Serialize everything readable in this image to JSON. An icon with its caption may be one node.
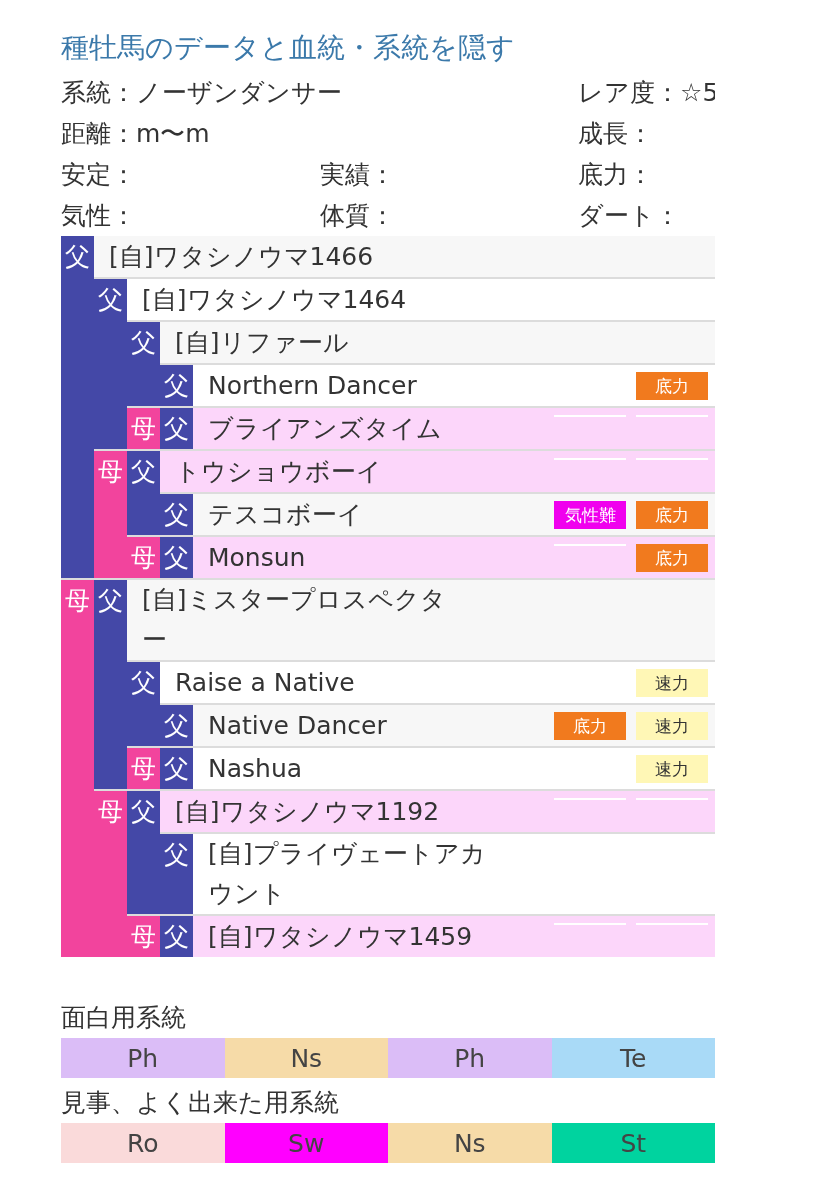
{
  "diagram": {
    "title": "種牡馬のデータと血統・系統を隠す",
    "nodes": [
      {
        "text": [
          "父"
        ]
      },
      {
        "text": [
          "[自]ワタシノウマ1466"
        ]
      },
      {
        "text": [
          "父"
        ]
      },
      {
        "text": [
          "[自]ワタシノウマ1464"
        ]
      },
      {
        "text": [
          "父"
        ]
      },
      {
        "text": [
          "[自]リファール"
        ]
      },
      {
        "text": [
          "父"
        ]
      },
      {
        "text": [
          "Northern Dancer"
        ]
      },
      {
        "text": [
          "底力"
        ],
        "in": 7
      },
      {
        "text": [
          "母"
        ]
      },
      {
        "text": [
          "父"
        ]
      },
      {
        "text": [
          "ブライアンズタイム"
        ]
      },
      {
        "text": [
          "母"
        ]
      },
      {
        "text": [
          "父"
        ]
      },
      {
        "text": [
          "トウショウボーイ"
        ]
      },
      {
        "text": [
          "父"
        ]
      },
      {
        "text": [
          "テスコボーイ"
        ]
      },
      {
        "text": [
          "気性難"
        ],
        "in": 16
      },
      {
        "text": [
          "底力"
        ],
        "in": 16
      },
      {
        "text": [
          "母"
        ]
      },
      {
        "text": [
          "父"
        ]
      },
      {
        "text": [
          "Monsun"
        ]
      },
      {
        "text": [
          "底力"
        ],
        "in": 21
      },
      {
        "text": [
          "母"
        ]
      },
      {
        "text": [
          "父"
        ]
      },
      {
        "text": [
          "[自]ミスタープロスペクター"
        ]
      },
      {
        "text": [
          "父"
        ]
      },
      {
        "text": [
          "Raise a Native"
        ]
      },
      {
        "text": [
          "速力"
        ],
        "in": 27
      },
      {
        "text": [
          "父"
        ]
      },
      {
        "text": [
          "Native Dancer"
        ]
      },
      {
        "text": [
          "底力"
        ],
        "in": 30
      },
      {
        "text": [
          "速力"
        ],
        "in": 30
      },
      {
        "text": [
          "母"
        ]
      },
      {
        "text": [
          "父"
        ]
      },
      {
        "text": [
          "Nashua"
        ]
      },
      {
        "text": [
          "速力"
        ],
        "in": 35
      },
      {
        "text": [
          "母"
        ]
      },
      {
        "text": [
          "父"
        ]
      },
      {
        "text": [
          "[自]ワタシノウマ1192"
        ]
      },
      {
        "text": [
          "父"
        ]
      },
      {
        "text": [
          "[自]プライヴェートアカウント"
        ]
      },
      {
        "text": [
          "母"
        ]
      },
      {
        "text": [
          "父"
        ]
      },
      {
        "text": [
          "[自]ワタシノウマ1459"
        ]
      },
      {
        "text": [
          "Ph"
        ]
      },
      {
        "text": [
          "Ns"
        ]
      },
      {
        "text": [
          "Ph"
        ]
      },
      {
        "text": [
          "Te"
        ]
      },
      {
        "text": [
          "Ro"
        ]
      },
      {
        "text": [
          "Sw"
        ]
      },
      {
        "text": [
          "Ns"
        ]
      },
      {
        "text": [
          "St"
        ]
      }
    ],
    "labels": [
      "系統：ノーザンダンサー",
      "レア度：☆5",
      "距離：m〜m",
      "成長：",
      "安定：",
      "実績：",
      "底力：",
      "気性：",
      "体質：",
      "ダート：",
      "面白用系統",
      "見事、よく出来た用系統"
    ]
  }
}
